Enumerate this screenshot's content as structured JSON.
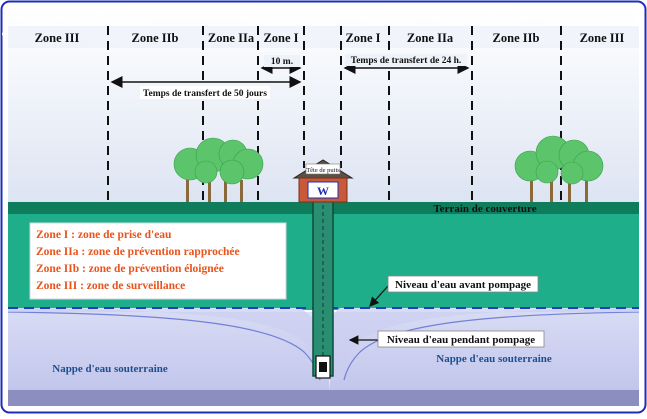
{
  "zones_top": [
    "Zone III",
    "Zone IIb",
    "Zone IIa",
    "Zone I",
    "Zone I",
    "Zone IIa",
    "Zone IIb",
    "Zone III"
  ],
  "distances": {
    "ten_m": "10 m.",
    "transfer_24h": "Temps de transfert de 24 h.",
    "transfer_50d": "Temps de transfert de 50 jours"
  },
  "wellhead": {
    "sign": "Tête de puits",
    "logo": "W"
  },
  "ground_label": "Terrain de couverture",
  "legend": [
    "Zone I : zone de prise d'eau",
    "Zone IIa : zone de prévention rapprochée",
    "Zone IIb : zone de prévention éloignée",
    "Zone III : zone de surveillance"
  ],
  "water_levels": {
    "before": "Niveau d'eau avant pompage",
    "during": "Niveau d'eau pendant pompage"
  },
  "aquifer": {
    "left": "Nappe d'eau souterraine",
    "right": "Nappe d'eau souterraine"
  },
  "colors": {
    "frame": "#1d2fb8",
    "sky": "#dfe7f5",
    "ground": "#1fae8a",
    "ground_dark": "#0f7d5c",
    "aquifer": "#c9cdf0",
    "legend_text": "#e8541e",
    "dashed_line": "#1a3fbf",
    "tree": "#59c36a"
  }
}
